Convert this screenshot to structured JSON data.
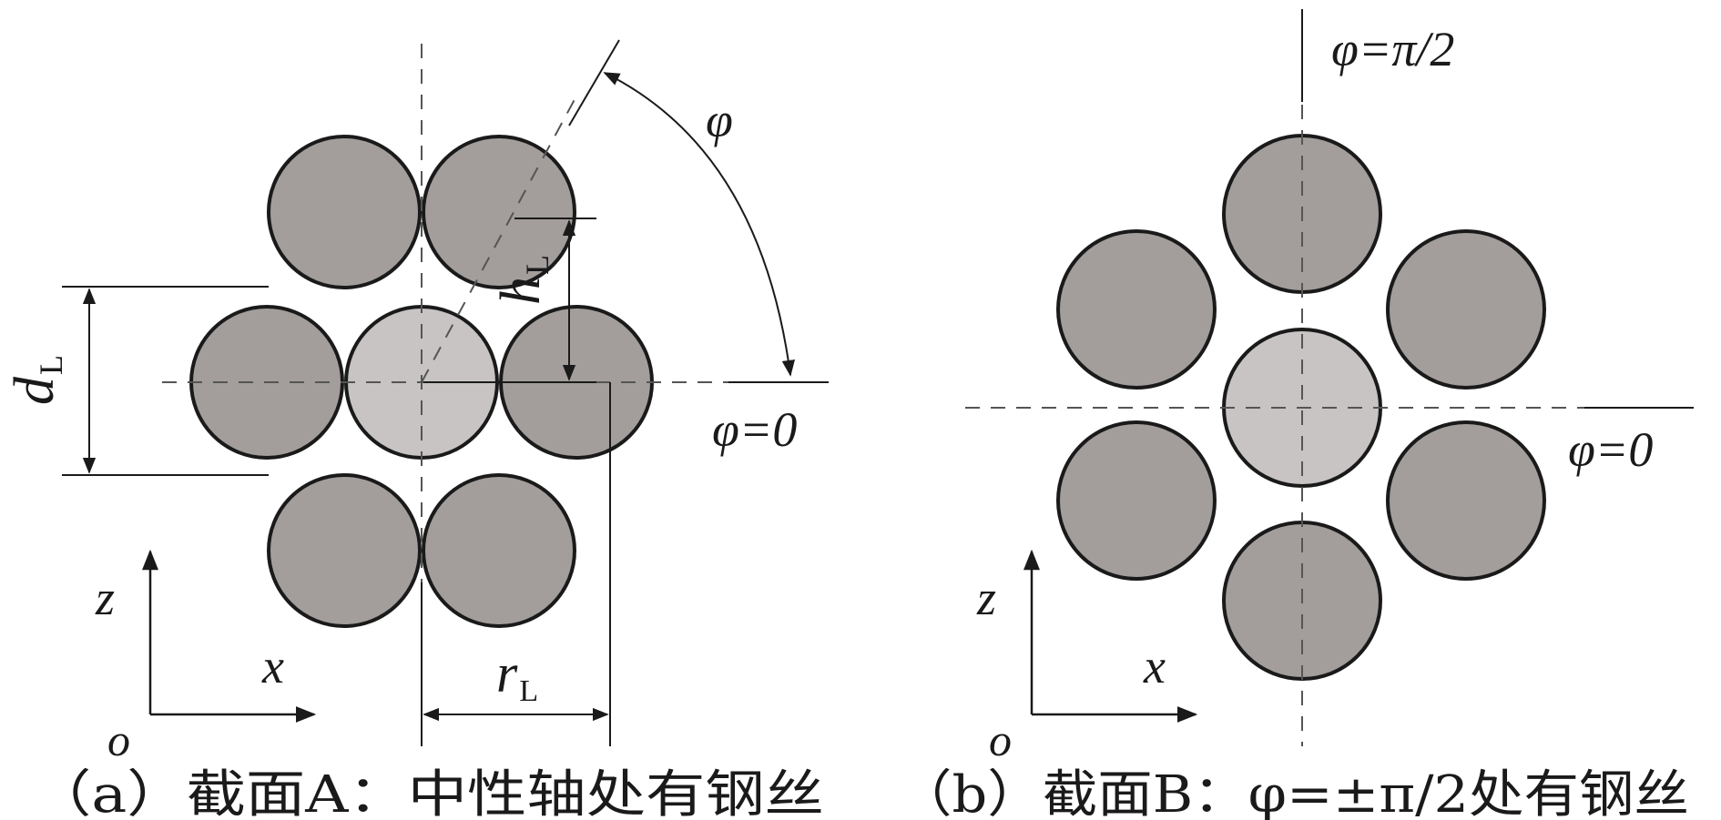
{
  "colors": {
    "outer_wire": "#a39e9c",
    "center_wire": "#c7c4c3",
    "stroke": "#1a1a1a",
    "centerline": "#555555",
    "background": "#ffffff"
  },
  "figure_a": {
    "caption": "（a）截面A：中性轴处有钢丝",
    "labels": {
      "phi_sym": "φ",
      "phi_zero": "φ=0",
      "d_main": "d",
      "d_sub": "L",
      "h_main": "h",
      "h_sub": "L",
      "r_main": "r",
      "r_sub": "L",
      "axis_z": "z",
      "axis_x": "x",
      "axis_o": "o"
    }
  },
  "figure_b": {
    "caption": "（b）截面B：φ=±π/2处有钢丝",
    "labels": {
      "phi_half_pi": "φ=π/2",
      "phi_zero": "φ=0",
      "axis_z": "z",
      "axis_x": "x",
      "axis_o": "o"
    }
  }
}
